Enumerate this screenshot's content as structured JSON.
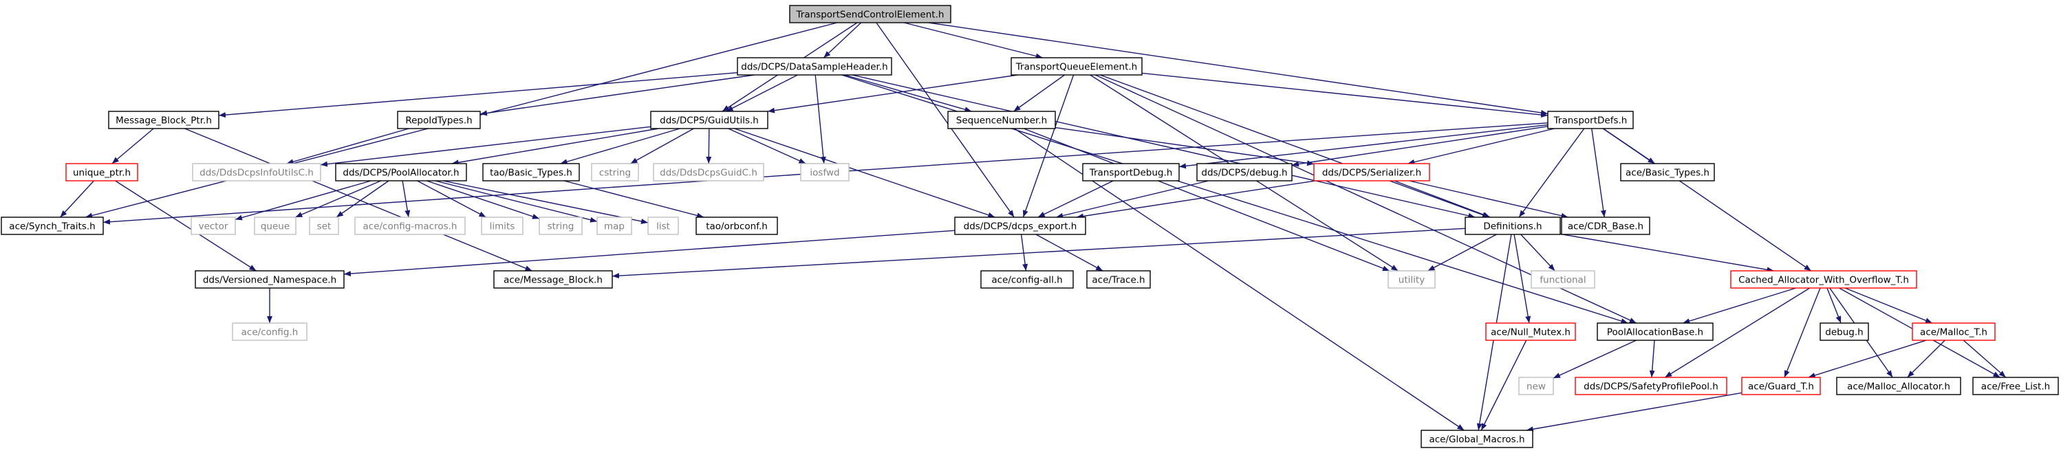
{
  "colors": {
    "edge": "#191970",
    "border_default": "#000000",
    "border_incomplete": "#ff0000",
    "border_external": "#bfbfbf",
    "fill_root": "#bfbfbf",
    "fill_default": "#ffffff",
    "text_default": "#000000",
    "text_external": "#808080"
  },
  "nodes": [
    {
      "id": "root",
      "label": "TransportSendControlElement.h",
      "kind": "root"
    },
    {
      "id": "dsh",
      "label": "dds/DCPS/DataSampleHeader.h",
      "kind": "default"
    },
    {
      "id": "tqe",
      "label": "TransportQueueElement.h",
      "kind": "default"
    },
    {
      "id": "mbp",
      "label": "Message_Block_Ptr.h",
      "kind": "default"
    },
    {
      "id": "rit",
      "label": "RepoIdTypes.h",
      "kind": "default"
    },
    {
      "id": "gu",
      "label": "dds/DCPS/GuidUtils.h",
      "kind": "default"
    },
    {
      "id": "sn",
      "label": "SequenceNumber.h",
      "kind": "default"
    },
    {
      "id": "td",
      "label": "TransportDefs.h",
      "kind": "default"
    },
    {
      "id": "up",
      "label": "unique_ptr.h",
      "kind": "incomplete"
    },
    {
      "id": "ddsinfo",
      "label": "dds/DdsDcpsInfoUtilsC.h",
      "kind": "external"
    },
    {
      "id": "pa",
      "label": "dds/DCPS/PoolAllocator.h",
      "kind": "default"
    },
    {
      "id": "tbt",
      "label": "tao/Basic_Types.h",
      "kind": "default"
    },
    {
      "id": "cstring",
      "label": "cstring",
      "kind": "external"
    },
    {
      "id": "guidc",
      "label": "dds/DdsDcpsGuidC.h",
      "kind": "external"
    },
    {
      "id": "iosfwd",
      "label": "iosfwd",
      "kind": "external"
    },
    {
      "id": "tdebug",
      "label": "TransportDebug.h",
      "kind": "default"
    },
    {
      "id": "dcdebug",
      "label": "dds/DCPS/debug.h",
      "kind": "default"
    },
    {
      "id": "ser",
      "label": "dds/DCPS/Serializer.h",
      "kind": "incomplete"
    },
    {
      "id": "abt",
      "label": "ace/Basic_Types.h",
      "kind": "default"
    },
    {
      "id": "st",
      "label": "ace/Synch_Traits.h",
      "kind": "default"
    },
    {
      "id": "vector",
      "label": "vector",
      "kind": "external"
    },
    {
      "id": "queue",
      "label": "queue",
      "kind": "external"
    },
    {
      "id": "set",
      "label": "set",
      "kind": "external"
    },
    {
      "id": "acm",
      "label": "ace/config-macros.h",
      "kind": "external"
    },
    {
      "id": "limits",
      "label": "limits",
      "kind": "external"
    },
    {
      "id": "string",
      "label": "string",
      "kind": "external"
    },
    {
      "id": "map",
      "label": "map",
      "kind": "external"
    },
    {
      "id": "list",
      "label": "list",
      "kind": "external"
    },
    {
      "id": "orbconf",
      "label": "tao/orbconf.h",
      "kind": "default"
    },
    {
      "id": "export",
      "label": "dds/DCPS/dcps_export.h",
      "kind": "default"
    },
    {
      "id": "defs",
      "label": "Definitions.h",
      "kind": "default"
    },
    {
      "id": "cdr",
      "label": "ace/CDR_Base.h",
      "kind": "default"
    },
    {
      "id": "vn",
      "label": "dds/Versioned_Namespace.h",
      "kind": "default"
    },
    {
      "id": "amb",
      "label": "ace/Message_Block.h",
      "kind": "default"
    },
    {
      "id": "acfgall",
      "label": "ace/config-all.h",
      "kind": "default"
    },
    {
      "id": "atrace",
      "label": "ace/Trace.h",
      "kind": "default"
    },
    {
      "id": "utility",
      "label": "utility",
      "kind": "external"
    },
    {
      "id": "functional",
      "label": "functional",
      "kind": "external"
    },
    {
      "id": "cawo",
      "label": "Cached_Allocator_With_Overflow_T.h",
      "kind": "incomplete"
    },
    {
      "id": "aconfig",
      "label": "ace/config.h",
      "kind": "external"
    },
    {
      "id": "nullm",
      "label": "ace/Null_Mutex.h",
      "kind": "incomplete"
    },
    {
      "id": "pab",
      "label": "PoolAllocationBase.h",
      "kind": "default"
    },
    {
      "id": "debugh",
      "label": "debug.h",
      "kind": "default"
    },
    {
      "id": "malloct",
      "label": "ace/Malloc_T.h",
      "kind": "incomplete"
    },
    {
      "id": "new",
      "label": "new",
      "kind": "external"
    },
    {
      "id": "spp",
      "label": "dds/DCPS/SafetyProfilePool.h",
      "kind": "incomplete"
    },
    {
      "id": "guardt",
      "label": "ace/Guard_T.h",
      "kind": "incomplete"
    },
    {
      "id": "malloca",
      "label": "ace/Malloc_Allocator.h",
      "kind": "default"
    },
    {
      "id": "freelist",
      "label": "ace/Free_List.h",
      "kind": "default"
    },
    {
      "id": "gm",
      "label": "ace/Global_Macros.h",
      "kind": "default"
    }
  ],
  "edges": [
    [
      "root",
      "dsh"
    ],
    [
      "root",
      "tqe"
    ],
    [
      "root",
      "gu"
    ],
    [
      "root",
      "export"
    ],
    [
      "root",
      "td"
    ],
    [
      "root",
      "st"
    ],
    [
      "dsh",
      "mbp"
    ],
    [
      "dsh",
      "rit"
    ],
    [
      "dsh",
      "gu"
    ],
    [
      "dsh",
      "sn"
    ],
    [
      "dsh",
      "iosfwd"
    ],
    [
      "dsh",
      "pab"
    ],
    [
      "dsh",
      "defs"
    ],
    [
      "tqe",
      "gu"
    ],
    [
      "tqe",
      "sn"
    ],
    [
      "tqe",
      "export"
    ],
    [
      "tqe",
      "td"
    ],
    [
      "tqe",
      "defs"
    ],
    [
      "tqe",
      "pab"
    ],
    [
      "tqe",
      "utility"
    ],
    [
      "mbp",
      "up"
    ],
    [
      "mbp",
      "amb"
    ],
    [
      "up",
      "st"
    ],
    [
      "up",
      "vn"
    ],
    [
      "rit",
      "ddsinfo"
    ],
    [
      "gu",
      "ddsinfo"
    ],
    [
      "gu",
      "pa"
    ],
    [
      "gu",
      "tbt"
    ],
    [
      "gu",
      "cstring"
    ],
    [
      "gu",
      "guidc"
    ],
    [
      "gu",
      "iosfwd"
    ],
    [
      "gu",
      "export"
    ],
    [
      "sn",
      "ser"
    ],
    [
      "sn",
      "utility"
    ],
    [
      "sn",
      "gm"
    ],
    [
      "td",
      "tdebug"
    ],
    [
      "td",
      "dcdebug"
    ],
    [
      "td",
      "ser"
    ],
    [
      "td",
      "abt"
    ],
    [
      "td",
      "cdr"
    ],
    [
      "td",
      "defs"
    ],
    [
      "td",
      "cawo"
    ],
    [
      "td",
      "st"
    ],
    [
      "pa",
      "vector"
    ],
    [
      "pa",
      "queue"
    ],
    [
      "pa",
      "set"
    ],
    [
      "pa",
      "acm"
    ],
    [
      "pa",
      "limits"
    ],
    [
      "pa",
      "string"
    ],
    [
      "pa",
      "map"
    ],
    [
      "pa",
      "list"
    ],
    [
      "tbt",
      "orbconf"
    ],
    [
      "tdebug",
      "export"
    ],
    [
      "dcdebug",
      "export"
    ],
    [
      "ser",
      "export"
    ],
    [
      "ser",
      "defs"
    ],
    [
      "ser",
      "cdr"
    ],
    [
      "export",
      "vn"
    ],
    [
      "export",
      "acfgall"
    ],
    [
      "export",
      "atrace"
    ],
    [
      "defs",
      "amb"
    ],
    [
      "defs",
      "utility"
    ],
    [
      "defs",
      "functional"
    ],
    [
      "defs",
      "cawo"
    ],
    [
      "defs",
      "nullm"
    ],
    [
      "defs",
      "gm"
    ],
    [
      "vn",
      "aconfig"
    ],
    [
      "cawo",
      "pab"
    ],
    [
      "cawo",
      "debugh"
    ],
    [
      "cawo",
      "malloct"
    ],
    [
      "cawo",
      "spp"
    ],
    [
      "cawo",
      "guardt"
    ],
    [
      "cawo",
      "malloca"
    ],
    [
      "cawo",
      "freelist"
    ],
    [
      "pab",
      "new"
    ],
    [
      "pab",
      "spp"
    ],
    [
      "nullm",
      "gm"
    ],
    [
      "malloct",
      "guardt"
    ],
    [
      "malloct",
      "malloca"
    ],
    [
      "malloct",
      "freelist"
    ],
    [
      "guardt",
      "gm"
    ]
  ]
}
